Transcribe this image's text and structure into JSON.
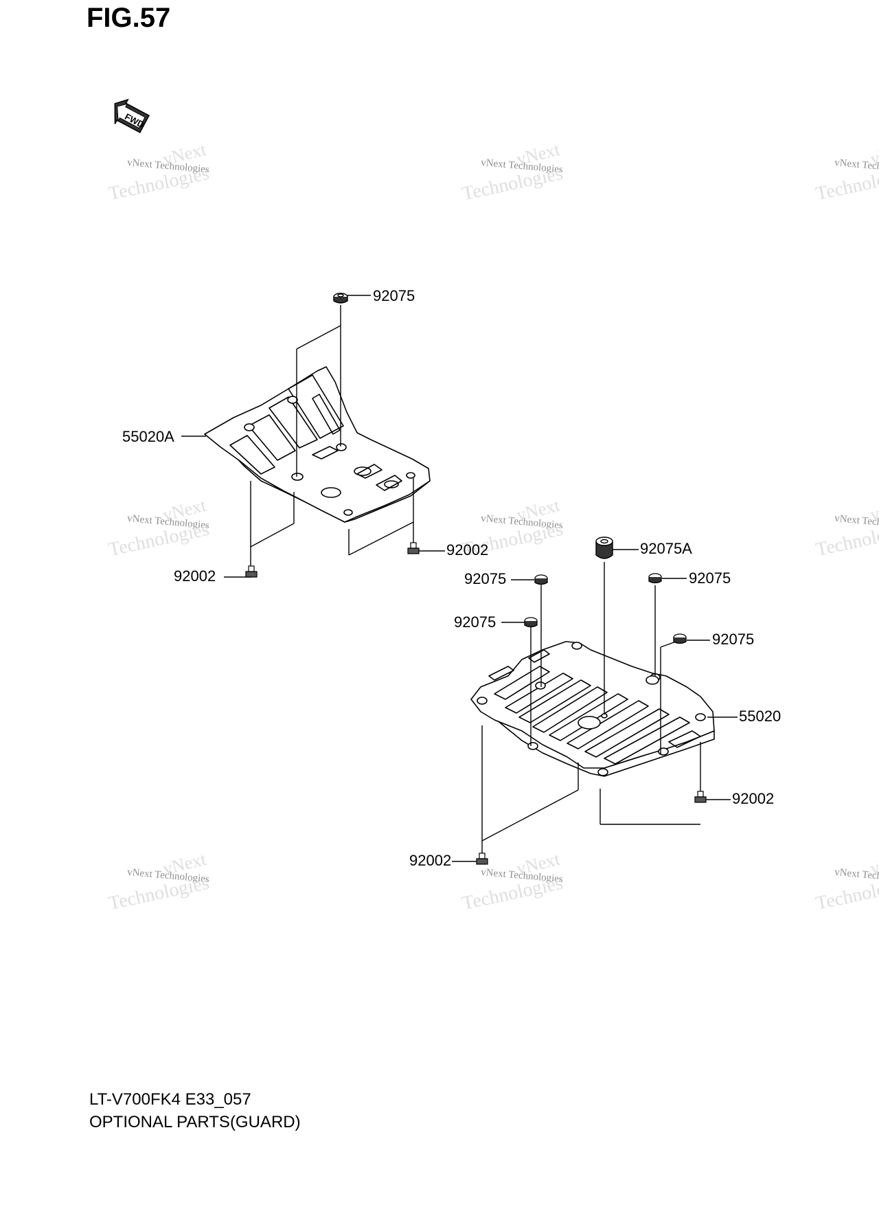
{
  "figure_title": "FIG.57",
  "direction_marker": {
    "label": "FWD",
    "icon": "forward-arrow-icon"
  },
  "watermark": {
    "line1": "vNext",
    "line2": "vNext Technologies",
    "line3": "Technologies"
  },
  "callouts": {
    "upper_nut": "92075",
    "upper_guard": "55020A",
    "upper_bolt_right": "92002",
    "upper_bolt_left": "92002",
    "collar": "92075A",
    "lower_nut_a": "92075",
    "lower_nut_b": "92075",
    "lower_nut_c": "92075",
    "lower_nut_d": "92075",
    "lower_guard": "55020",
    "lower_bolt_right": "92002",
    "lower_bolt_left": "92002"
  },
  "footer": {
    "model_code": "LT-V700FK4 E33_057",
    "description": "OPTIONAL PARTS(GUARD)"
  }
}
